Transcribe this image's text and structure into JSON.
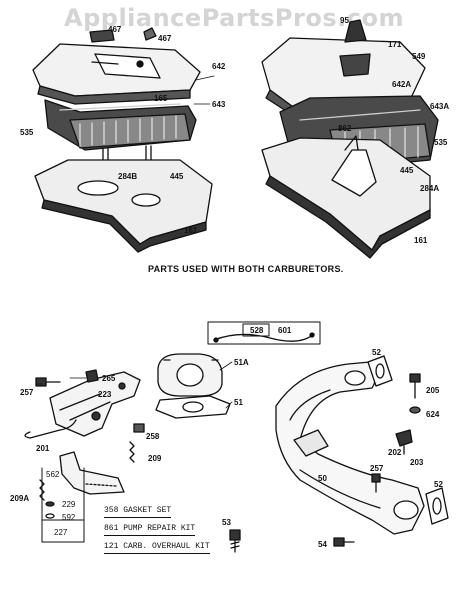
{
  "watermark": "AppliancePartsPros.com",
  "caption": "PARTS USED WITH BOTH CARBURETORS.",
  "kits": {
    "gasket_set": "358 GASKET SET",
    "pump_repair_kit": "861 PUMP REPAIR KIT",
    "carb_overhaul_kit": "121 CARB. OVERHAUL KIT"
  },
  "labels": {
    "p467a": "467",
    "p467b": "467",
    "p642": "642",
    "p643": "643",
    "p165": "165",
    "p535a": "535",
    "p284b": "284B",
    "p445a": "445",
    "p161a": "161",
    "p95": "95",
    "p171": "171",
    "p549": "549",
    "p642a": "642A",
    "p643a": "643A",
    "p862": "862",
    "p535b": "535",
    "p445b": "445",
    "p284a": "284A",
    "p161b": "161",
    "p528": "528",
    "p601": "601",
    "p51a": "51A",
    "p51": "51",
    "p265": "265",
    "p257a": "257",
    "p223": "223",
    "p201": "201",
    "p258": "258",
    "p209": "209",
    "p562": "562",
    "p229": "229",
    "p592": "592",
    "p227": "227",
    "p209a": "209A",
    "p53": "53",
    "p52a": "52",
    "p205": "205",
    "p624": "624",
    "p202": "202",
    "p203": "203",
    "p257b": "257",
    "p50": "50",
    "p52b": "52",
    "p54": "54"
  }
}
